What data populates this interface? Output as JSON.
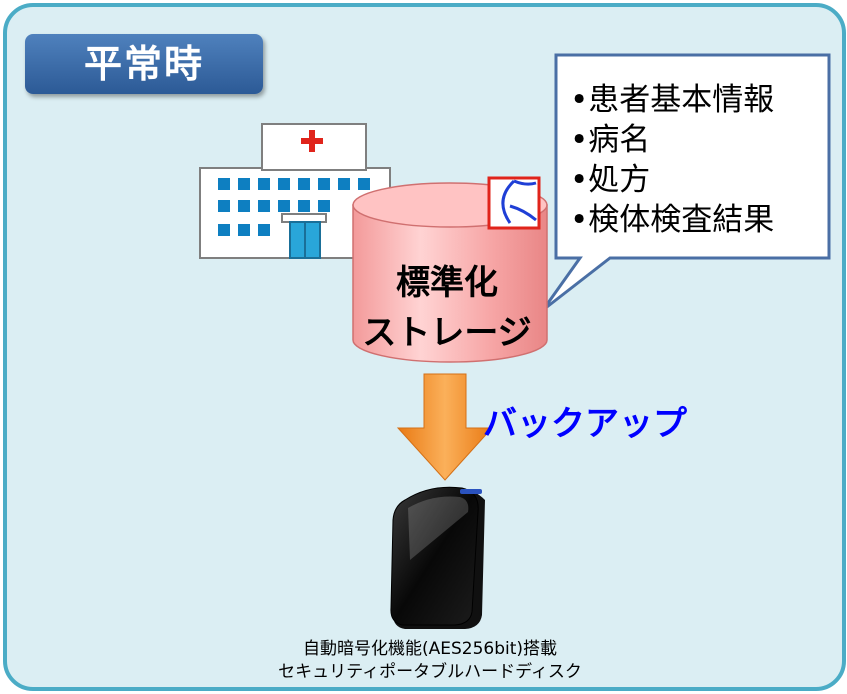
{
  "title": "平常時",
  "callout": {
    "items": [
      "•患者基本情報",
      "•病名",
      "•処方",
      "•検体検査結果"
    ]
  },
  "storage": {
    "line1": "標準化",
    "line2": "ストレージ"
  },
  "backup_label": "バックアップ",
  "device_caption": {
    "line1": "自動暗号化機能(AES256bit)搭載",
    "line2": "セキュリティポータブルハードディスク"
  },
  "icons": [
    "hospital-icon",
    "ss-mix-logo-icon",
    "hard-disk-icon",
    "down-arrow-icon"
  ],
  "colors": {
    "frame_border": "#4bacc6",
    "frame_fill": "#dbeef3",
    "title_badge": "#2c5a96",
    "storage_fill": "#f7a7a7",
    "arrow": "#f08a24",
    "backup_text": "#0000ff",
    "callout_border": "#4a6fa5"
  }
}
